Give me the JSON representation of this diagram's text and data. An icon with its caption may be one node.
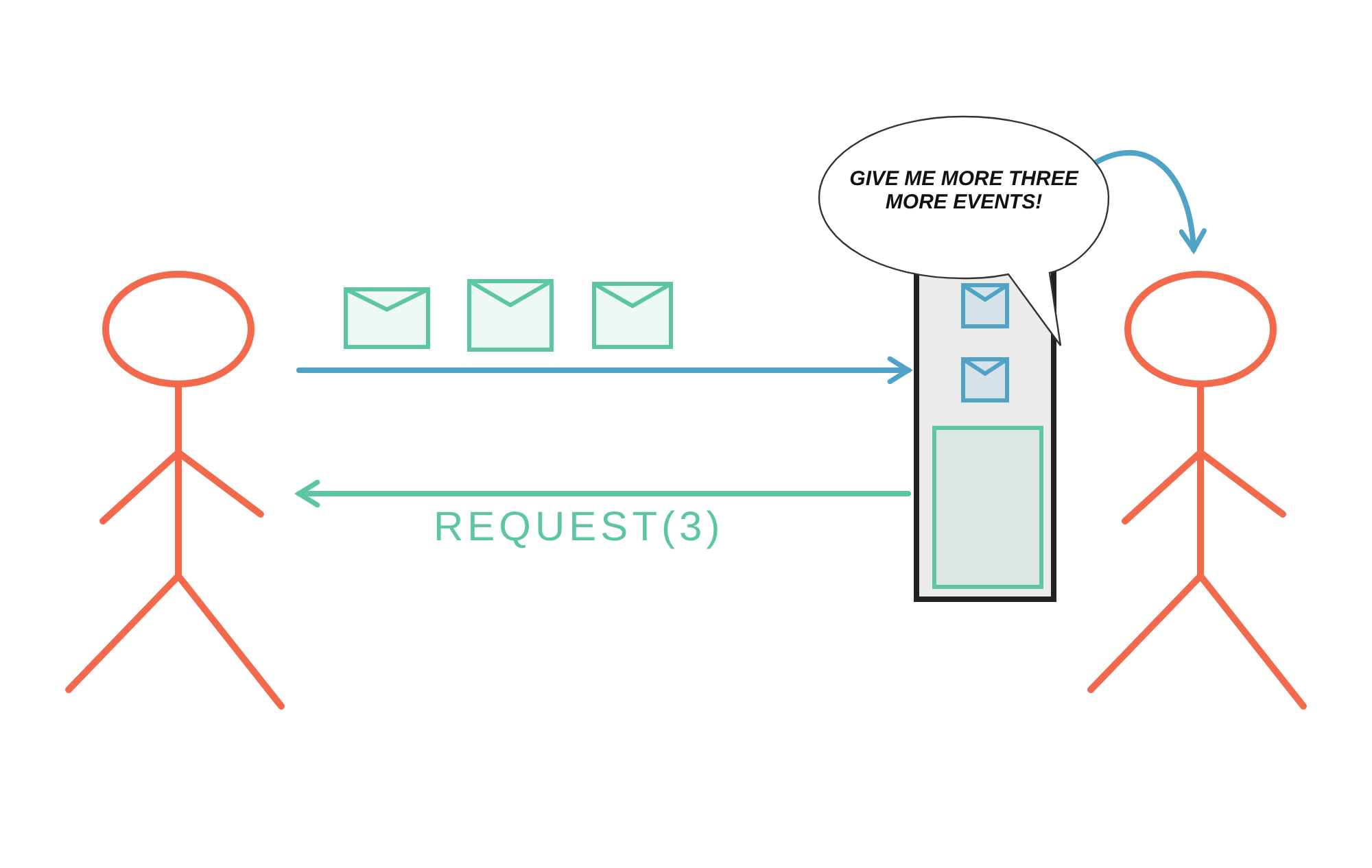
{
  "diagram": {
    "nodes": [
      {
        "text": [],
        "shape": "person"
      },
      {
        "text": [],
        "shape": "box"
      },
      {
        "text": [
          "GIVE ME MORE THREE MORE EVENTS!"
        ]
      },
      {
        "text": [],
        "shape": "person"
      }
    ],
    "edges": [
      {
        "from": 0,
        "to": 1,
        "arrow": "to"
      },
      {
        "from": 1,
        "to": 0,
        "arrow": "to",
        "label": "REQUEST(3)",
        "color": "#5cc6a0"
      },
      {
        "from": 2,
        "to": 3,
        "arrow": "to"
      }
    ]
  }
}
